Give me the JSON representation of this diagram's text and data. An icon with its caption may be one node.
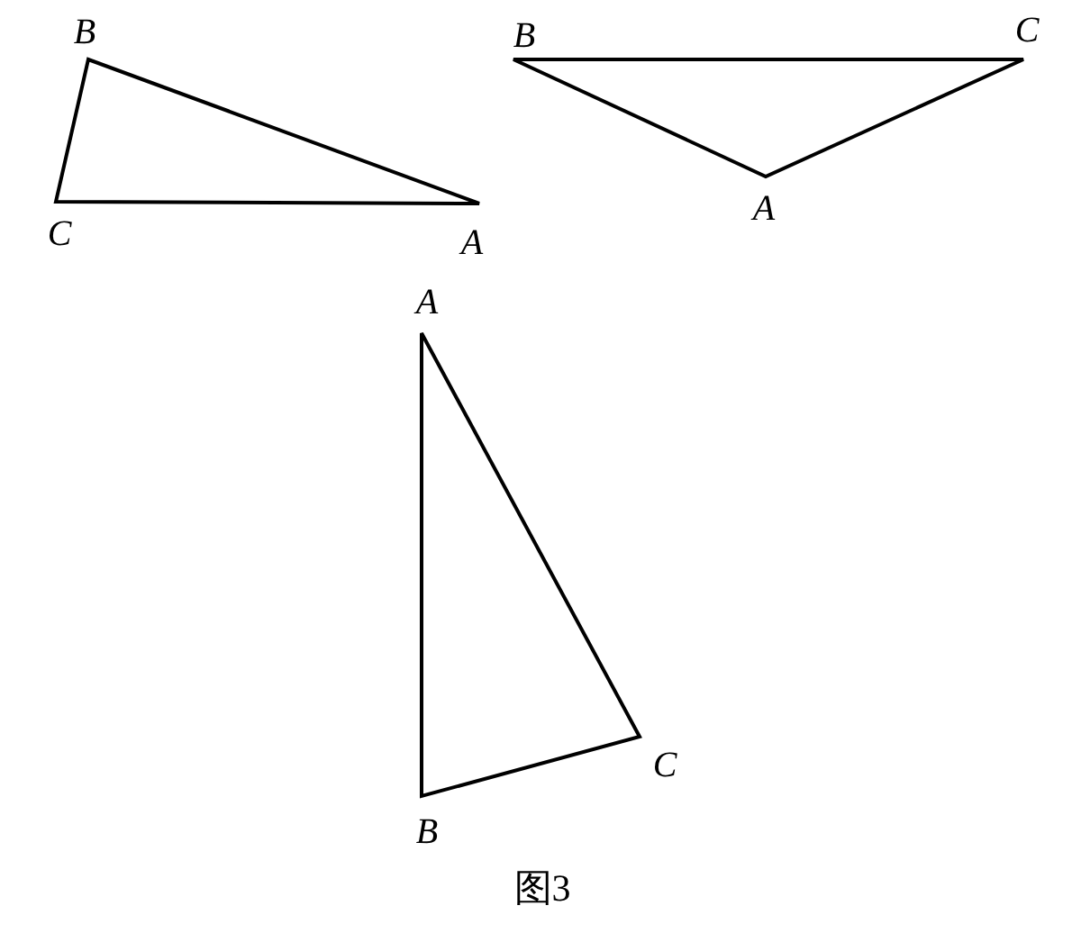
{
  "diagram": {
    "caption": "图3",
    "labels": [
      "B",
      "C",
      "B",
      "A",
      "C",
      "A",
      "A",
      "C",
      "B"
    ]
  }
}
